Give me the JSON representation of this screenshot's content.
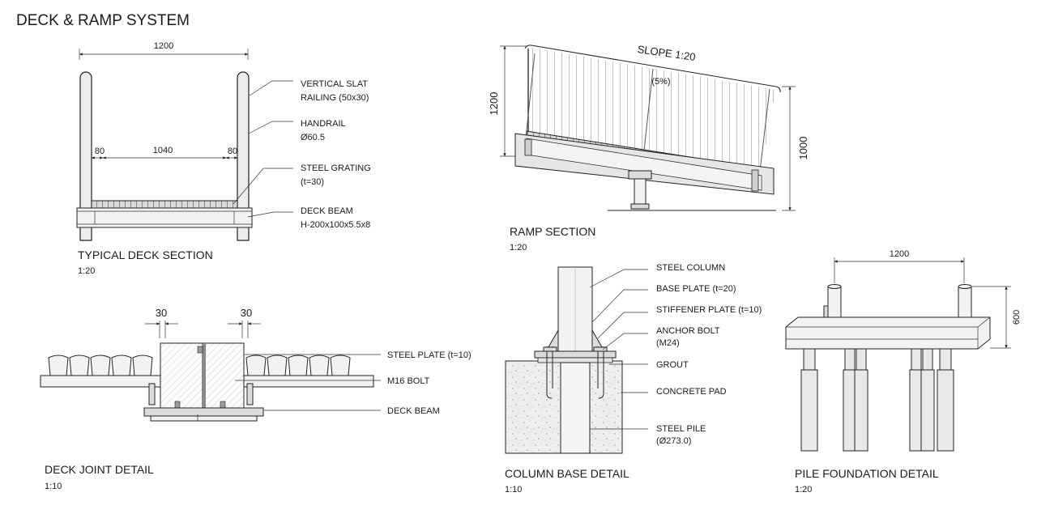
{
  "sheet_title": "DECK & RAMP SYSTEM",
  "views": {
    "typical_deck": {
      "title": "TYPICAL DECK SECTION",
      "scale": "1:20",
      "dims": {
        "overall": "1200",
        "left": "80",
        "middle": "1040",
        "right": "80"
      },
      "notes": [
        {
          "line1": "VERTICAL SLAT",
          "line2": "RAILING (50x30)"
        },
        {
          "line1": "HANDRAIL",
          "line2": "Ø60.5"
        },
        {
          "line1": "STEEL GRATING",
          "line2": "(t=30)"
        },
        {
          "line1": "DECK BEAM",
          "line2": "H-200x100x5.5x8"
        }
      ]
    },
    "ramp": {
      "title": "RAMP SECTION",
      "scale": "1:20",
      "slope": "SLOPE 1:20",
      "slope_pct": "(5%)",
      "dims": {
        "left_height": "1200",
        "right_height": "1000"
      }
    },
    "deck_joint": {
      "title": "DECK JOINT DETAIL",
      "scale": "1:10",
      "dims": {
        "gap_left": "30",
        "gap_right": "30"
      },
      "notes": [
        "STEEL PLATE (t=10)",
        "M16 BOLT",
        "DECK BEAM"
      ]
    },
    "column_base": {
      "title": "COLUMN BASE DETAIL",
      "scale": "1:10",
      "notes": [
        {
          "line1": "STEEL COLUMN",
          "line2": ""
        },
        {
          "line1": "BASE PLATE (t=20)",
          "line2": ""
        },
        {
          "line1": "STIFFENER PLATE (t=10)",
          "line2": ""
        },
        {
          "line1": "ANCHOR BOLT",
          "line2": "(M24)"
        },
        {
          "line1": "GROUT",
          "line2": ""
        },
        {
          "line1": "CONCRETE PAD",
          "line2": ""
        },
        {
          "line1": "STEEL PILE",
          "line2": "(Ø273.0)"
        }
      ]
    },
    "pile_foundation": {
      "title": "PILE FOUNDATION DETAIL",
      "scale": "1:20",
      "dims": {
        "width": "1200",
        "height": "600"
      }
    }
  }
}
